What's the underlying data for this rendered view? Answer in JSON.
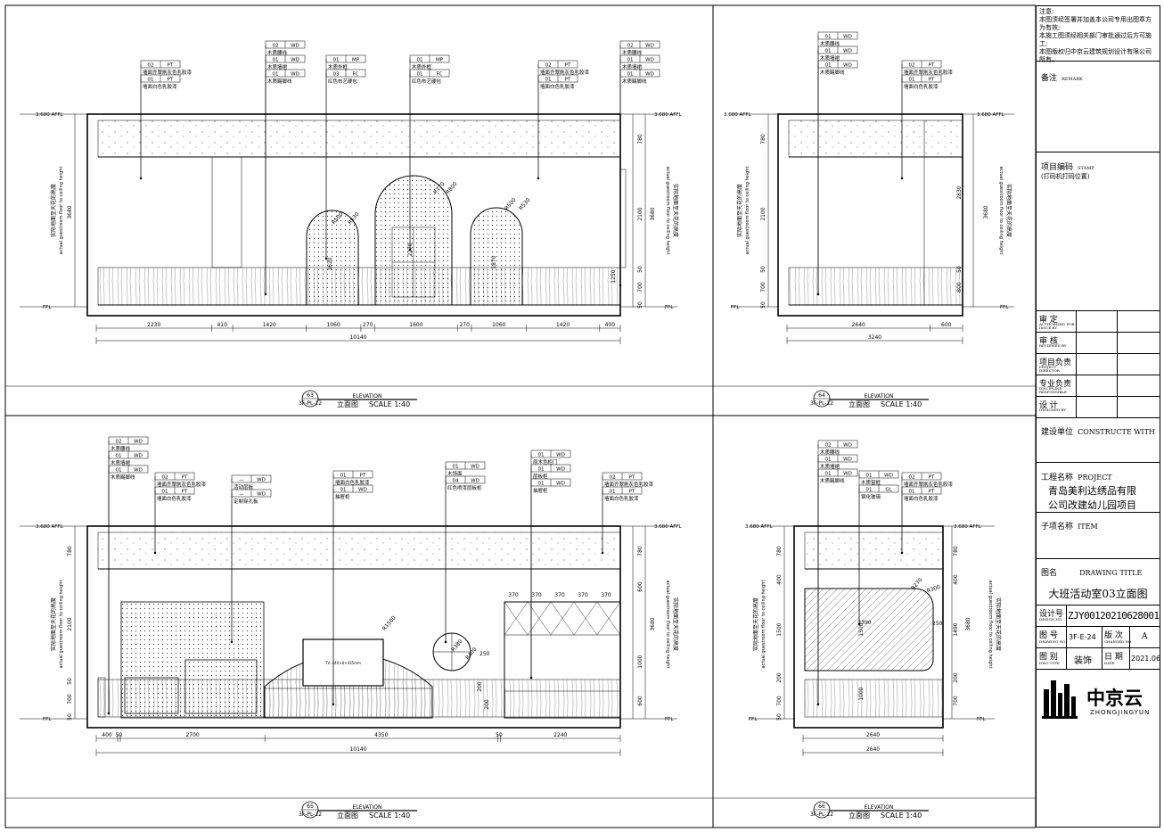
{
  "notes": {
    "title": "注意:",
    "lines": [
      "本图须经签署并加盖本公司专用出图章方为有效;",
      "本施工图须经相关部门审批通过后方可施工;",
      "本图版权归中京云建筑规划设计有限公司所有。"
    ]
  },
  "remarks": {
    "label": "备注",
    "sub": "REMARK"
  },
  "project_code": {
    "label": "项目编码",
    "sub": "STAMP",
    "note": "(打码机打码位置)"
  },
  "sign_rows": [
    {
      "cn": "审  定",
      "en": "AUTHORIZED FOR ISSUE BY"
    },
    {
      "cn": "审  核",
      "en": "REVIEWED BY"
    },
    {
      "cn": "项目负责",
      "en": "PROJECT DIRECTOR"
    },
    {
      "cn": "专业负责",
      "en": "DISCIPLINE RESPONSIBLE"
    },
    {
      "cn": "设  计",
      "en": "DESIGNED BY"
    }
  ],
  "construct": {
    "label": "建设单位",
    "en": "CONSTRUCTE WITH"
  },
  "project": {
    "label": "工程名称",
    "en": "PROJECT",
    "name_line1": "青岛美利达绣品有限",
    "name_line2": "公司改建幼儿园项目"
  },
  "item": {
    "label": "子项名称",
    "en": "ITEM"
  },
  "drawing_title": {
    "label": "图名",
    "en": "DRAWING TITLE",
    "value": "大班活动室03立面图"
  },
  "design_no": {
    "label": "设计号",
    "en": "DESIGN NO.",
    "value": "ZJY00120210628001"
  },
  "drawing_no": {
    "label": "图  号",
    "en": "DRAWING NO.",
    "value": "3F-E-24",
    "rev_label": "版  次",
    "rev_en": "CHANGED NO.",
    "rev": "A"
  },
  "category": {
    "label": "图  别",
    "en": "DWG TYPE",
    "value": "装饰",
    "date_label": "日  期",
    "date_en": "DATE",
    "date": "2021.06"
  },
  "logo": {
    "cn": "中京云",
    "en": "ZHONGJINGYUN"
  },
  "elevations": [
    {
      "num": "63",
      "word": "ELEVATION",
      "sheet": "3F-PL-12",
      "label": "立面图",
      "scale": "SCALE 1:40",
      "dims": [
        "2230",
        "410",
        "1420",
        "1060",
        "270",
        "1600",
        "270",
        "1060",
        "1420",
        "400"
      ],
      "total": "10140"
    },
    {
      "num": "64",
      "word": "ELEVATION",
      "sheet": "3F-PL-12",
      "label": "立面图",
      "scale": "SCALE 1:40",
      "dims": [
        "2640",
        "600"
      ],
      "total": "3240"
    },
    {
      "num": "65",
      "word": "ELEVATION",
      "sheet": "3F-PL-12",
      "label": "立面图",
      "scale": "SCALE 1:40",
      "dims": [
        "400",
        "50",
        "2700",
        "4350",
        "50",
        "2240"
      ],
      "total": "10140"
    },
    {
      "num": "66",
      "word": "ELEVATION",
      "sheet": "3F-PL-12",
      "label": "立面图",
      "scale": "SCALE 1:40",
      "dims": [
        "2640"
      ],
      "total": "2640"
    }
  ],
  "level_labels": {
    "ceiling": "3.680 AFFL",
    "floor": "FFL",
    "height_cn": "实际地面至天花的高度",
    "height_en": "actual guestroom floor to ceiling height"
  },
  "tags63": [
    {
      "code": "02",
      "mat": "PT",
      "text": "墙面齐翠刷灰色乳胶漆"
    },
    {
      "code": "01",
      "mat": "PT",
      "text": "墙面白色乳胶漆"
    },
    {
      "code": "02",
      "mat": "WD",
      "text": "木质腰线"
    },
    {
      "code": "01",
      "mat": "WD",
      "text": "木质墙裙"
    },
    {
      "code": "01",
      "mat": "WD",
      "text": "木质踢脚线"
    },
    {
      "code": "01",
      "mat": "MP",
      "text": "木质外框"
    },
    {
      "code": "03",
      "mat": "FC",
      "text": "红色布艺硬包"
    },
    {
      "code": "01",
      "mat": "MP",
      "text": "木质外框"
    },
    {
      "code": "01",
      "mat": "FC",
      "text": "红色布艺硬包"
    },
    {
      "code": "02",
      "mat": "PT",
      "text": "墙面齐翠刷灰色乳胶漆"
    },
    {
      "code": "01",
      "mat": "PT",
      "text": "墙面白色乳胶漆"
    },
    {
      "code": "02",
      "mat": "WD",
      "text": "木质腰线"
    },
    {
      "code": "01",
      "mat": "WD",
      "text": "木质墙裙"
    },
    {
      "code": "01",
      "mat": "WD",
      "text": "木质踢脚线"
    }
  ],
  "tags64": [
    {
      "code": "01",
      "mat": "WD",
      "text": "木质腰线"
    },
    {
      "code": "01",
      "mat": "WD",
      "text": "木质墙裙"
    },
    {
      "code": "01",
      "mat": "WD",
      "text": "木质踢脚线"
    },
    {
      "code": "02",
      "mat": "PT",
      "text": "墙面齐翠刷灰色乳胶漆"
    },
    {
      "code": "01",
      "mat": "PT",
      "text": "墙面白色乳胶漆"
    }
  ],
  "tags65": [
    {
      "code": "02",
      "mat": "WD",
      "text": "木质腰线"
    },
    {
      "code": "01",
      "mat": "WD",
      "text": "木质墙裙"
    },
    {
      "code": "01",
      "mat": "WD",
      "text": "木质踢脚线"
    },
    {
      "code": "02",
      "mat": "PT",
      "text": "墙面齐翠刷灰色乳胶漆"
    },
    {
      "code": "01",
      "mat": "PT",
      "text": "墙面白色乳胶漆"
    },
    {
      "code": "—",
      "mat": "WD",
      "text": "活动层板"
    },
    {
      "code": "—",
      "mat": "WD",
      "text": "定制穿孔板"
    },
    {
      "code": "01",
      "mat": "PT",
      "text": "墙面白色乳胶漆"
    },
    {
      "code": "01",
      "mat": "WD",
      "text": "抽屉柜"
    },
    {
      "code": "01",
      "mat": "WD",
      "text": "木饰面"
    },
    {
      "code": "04",
      "mat": "WD",
      "text": "红色喷漆层板柜"
    },
    {
      "code": "01",
      "mat": "WD",
      "text": "原木色柜门"
    },
    {
      "code": "01",
      "mat": "WD",
      "text": "层板柜"
    },
    {
      "code": "01",
      "mat": "WD",
      "text": "抽屉柜"
    },
    {
      "code": "02",
      "mat": "PT",
      "text": "墙面齐翠刷灰色乳胶漆"
    },
    {
      "code": "01",
      "mat": "PT",
      "text": "墙面白色乳胶漆"
    }
  ],
  "tags66": [
    {
      "code": "02",
      "mat": "WD",
      "text": "木质腰线"
    },
    {
      "code": "01",
      "mat": "WD",
      "text": "木质墙裙"
    },
    {
      "code": "01",
      "mat": "WD",
      "text": "木质踢脚线"
    },
    {
      "code": "01",
      "mat": "WD",
      "text": "木质窗框"
    },
    {
      "code": "01",
      "mat": "GL",
      "text": "钢化玻璃"
    },
    {
      "code": "02",
      "mat": "PT",
      "text": "墙面齐翠刷灰色乳胶漆"
    },
    {
      "code": "01",
      "mat": "PT",
      "text": "墙面白色乳胶漆"
    }
  ],
  "vdims": {
    "v780": "780",
    "v2100": "2100",
    "v3680": "3680",
    "v700": "700",
    "v50": "50",
    "v1620": "1620",
    "v2270": "2270",
    "v1870": "1870",
    "v1250": "1250",
    "v2830": "2830",
    "v800": "800",
    "v600": "600",
    "v1000": "1000",
    "v400": "400",
    "v1500": "1500",
    "v1490": "1490",
    "v200": "200",
    "v250": "250",
    "v2390": "2390",
    "v370": "370"
  },
  "radii": {
    "r500": "R500",
    "r530": "R530",
    "r770": "R770",
    "r800": "R800",
    "r1500": "R1500",
    "r380": "R380",
    "r400": "R400",
    "r270": "R270",
    "r300": "R300"
  },
  "tv_text": "TV: 440×8×435mm",
  "colors": {
    "line": "#000000",
    "paper": "#ffffff"
  }
}
